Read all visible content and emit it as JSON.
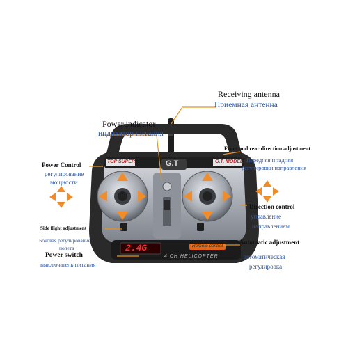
{
  "labels": {
    "receiving_antenna_en": "Receiving antenna",
    "receiving_antenna_ru": "Приемная антенна",
    "power_indicator_en": "Power indicator",
    "power_indicator_ru": "индикатор питания",
    "front_rear_en": "Front and rear direction adjustment",
    "front_rear_ru_1": "Передняя и задняя",
    "front_rear_ru_2": "регулировки направления",
    "power_control_en": "Power Control",
    "power_control_ru_1": "регулирование",
    "power_control_ru_2": "мощности",
    "direction_control_en": "Direction control",
    "direction_control_ru_1": "управление",
    "direction_control_ru_2": "направлением",
    "side_flight_en": "Side flight adjustment",
    "side_flight_ru_1": "Боковая регулирование",
    "side_flight_ru_2": "полета",
    "power_switch_en": "Power switch",
    "power_switch_ru": "выключатель питания",
    "automatic_en": "Automatic adjustment",
    "automatic_ru_1": "автоматическая",
    "automatic_ru_2": "регулировка"
  },
  "device": {
    "brand": "G.T",
    "label_left": "TOP SUPER",
    "label_right": "G.T. MODEL",
    "display": "2.4G",
    "channel_text": "4 CH HELICOPTER",
    "badge": "Remote control"
  },
  "colors": {
    "arrow": "#f28c28",
    "russian_text": "#2b57a8",
    "leader_line": "#e8921e",
    "body_dark": "#2a2a2a",
    "panel_silver": "#b9bcc2"
  }
}
